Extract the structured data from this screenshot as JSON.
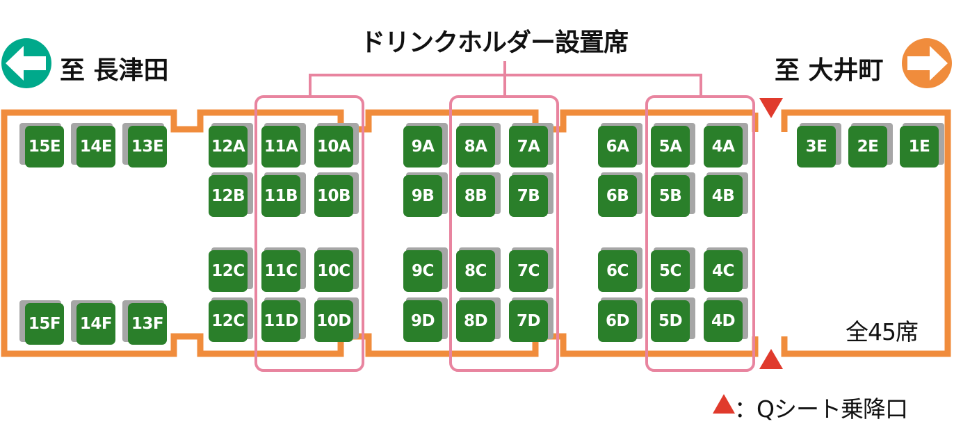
{
  "title": "ドリンクホルダー設置席",
  "direction_left": {
    "label": "至 長津田",
    "icon": "arrow-left-icon",
    "color": "#00a98b"
  },
  "direction_right": {
    "label": "至 大井町",
    "icon": "arrow-right-icon",
    "color": "#f08c3c"
  },
  "total_seats": "全45席",
  "legend": {
    "marker": "▲",
    "text": "：Qシート乗降口"
  },
  "colors": {
    "car_outline": "#f08c3c",
    "seat": "#2a7f2a",
    "seat_shadow": "#a6a6a6",
    "drink_holder_box": "#e8849f",
    "door_marker": "#e03a2c"
  },
  "seats": {
    "row_A": [
      "12A",
      "11A",
      "10A",
      "9A",
      "8A",
      "7A",
      "6A",
      "5A",
      "4A"
    ],
    "row_B": [
      "12B",
      "11B",
      "10B",
      "9B",
      "8B",
      "7B",
      "6B",
      "5B",
      "4B"
    ],
    "row_C": [
      "12C",
      "11C",
      "10C",
      "9C",
      "8C",
      "7C",
      "6C",
      "5C",
      "4C"
    ],
    "row_D": [
      "12C",
      "11D",
      "10D",
      "9D",
      "8D",
      "7D",
      "6D",
      "5D",
      "4D"
    ],
    "end_left_top": [
      "15E",
      "14E",
      "13E"
    ],
    "end_left_bottom": [
      "15F",
      "14F",
      "13F"
    ],
    "end_right_top": [
      "3E",
      "2E",
      "1E"
    ]
  }
}
